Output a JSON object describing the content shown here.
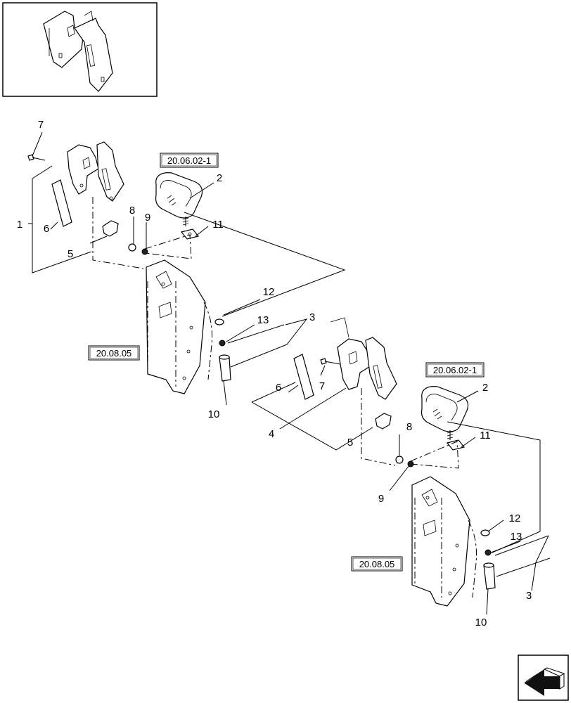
{
  "callouts": {
    "c7a": "7",
    "c2a": "2",
    "c1": "1",
    "c6a": "6",
    "c8a": "8",
    "c9a": "9",
    "c11a": "11",
    "c5a": "5",
    "c12a": "12",
    "c13a": "13",
    "c3a": "3",
    "c10a": "10",
    "c6b": "6",
    "c7b": "7",
    "c2b": "2",
    "c4": "4",
    "c5b": "5",
    "c8b": "8",
    "c11b": "11",
    "c9b": "9",
    "c12b": "12",
    "c13b": "13",
    "c3b": "3",
    "c10b": "10"
  },
  "references": {
    "lamp_ref_top": "20.06.02-1",
    "bracket_ref_top": "20.08.05",
    "lamp_ref_bottom": "20.06.02-1",
    "bracket_ref_bottom": "20.08.05"
  },
  "icons": {
    "overview": "bracket-overview-icon",
    "navigation": "arrow-left-icon"
  }
}
